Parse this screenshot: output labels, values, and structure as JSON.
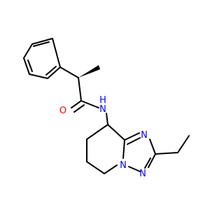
{
  "atoms": {
    "carbonyl_oxygen": "O",
    "amide_nitrogen": "N",
    "amide_hydrogen": "H",
    "triazole_n1": "N",
    "triazole_n2": "N",
    "triazole_n3": "N"
  },
  "colors": {
    "bond": "#000000",
    "oxygen": "#ff0000",
    "nitrogen": "#0000ff",
    "hydrogen": "#0000ff",
    "background": "#ffffff"
  }
}
